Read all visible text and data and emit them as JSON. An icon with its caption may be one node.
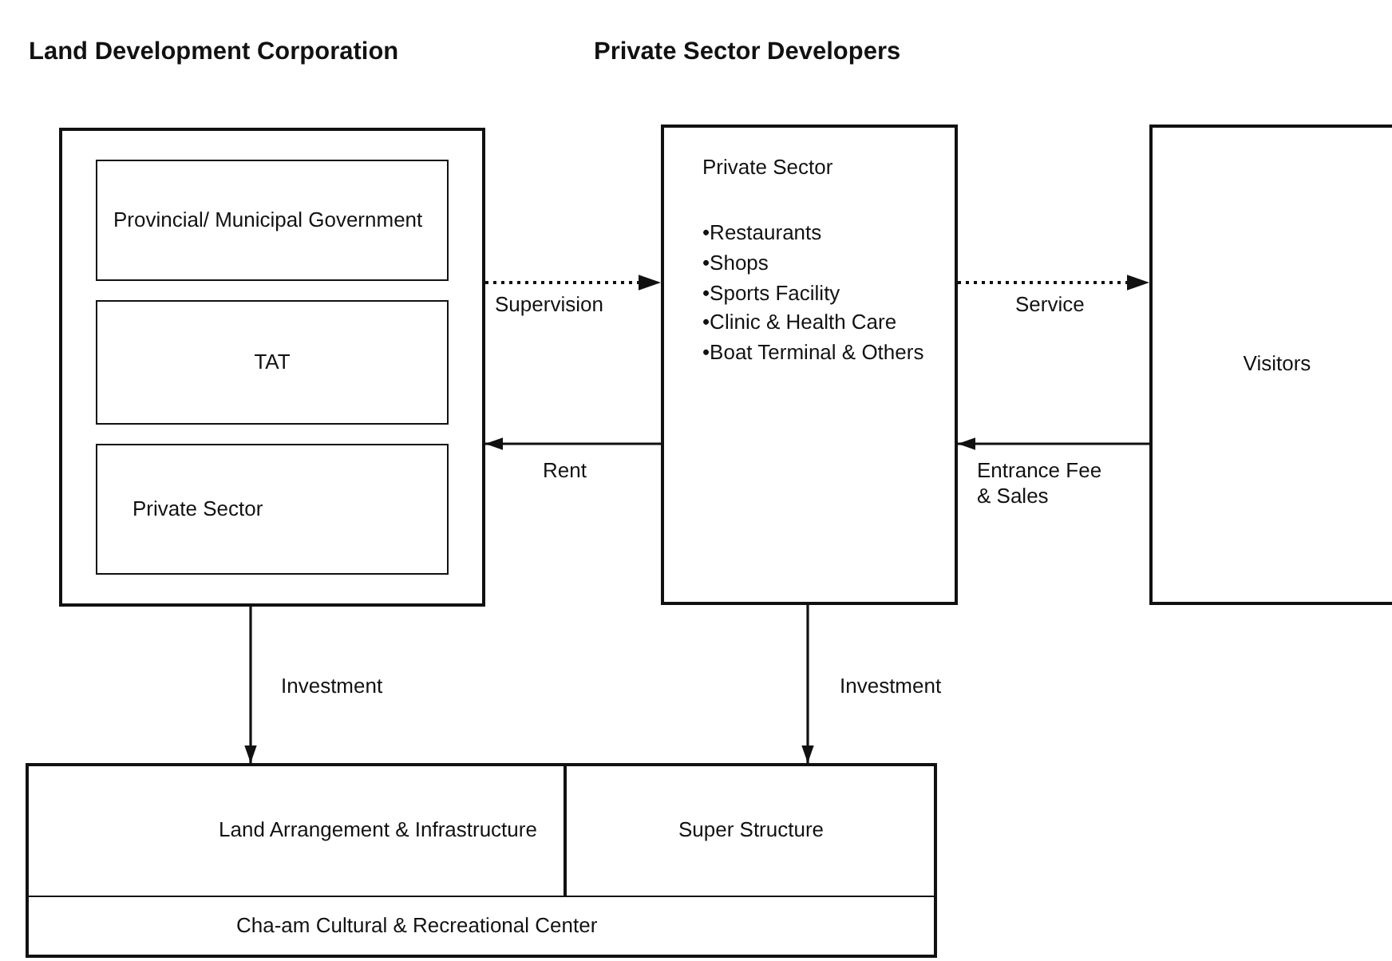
{
  "diagram": {
    "nodes": [
      {
        "text": [],
        "shape": "box"
      },
      {
        "text": [
          "Provincial/ Municipal Government"
        ],
        "in": 0
      },
      {
        "text": [
          "TAT"
        ],
        "in": 0
      },
      {
        "text": [
          "Private Sector"
        ],
        "in": 0
      },
      {
        "text": [
          "Private Sector",
          "•Restaurants",
          "•Shops",
          "•Sports Facility",
          "•Clinic & Health Care",
          "•Boat Terminal & Others"
        ]
      },
      {
        "text": [
          "Visitors"
        ]
      },
      {
        "text": [
          "Cha-am Cultural & Recreational Center"
        ]
      },
      {
        "text": [
          "Land Arrangement & Infrastructure"
        ],
        "in": 6
      },
      {
        "text": [
          "Super Structure"
        ],
        "in": 6
      }
    ],
    "edges": [
      {
        "from": 0,
        "to": 4,
        "arrow": "to",
        "label": "Supervision",
        "style": "dashed"
      },
      {
        "from": 4,
        "to": 0,
        "arrow": "to",
        "label": "Rent"
      },
      {
        "from": 4,
        "to": 5,
        "arrow": "to",
        "label": "Service",
        "style": "dashed"
      },
      {
        "from": 5,
        "to": 4,
        "arrow": "to",
        "label": "Entrance Fee & Sales"
      },
      {
        "from": 0,
        "to": 7,
        "arrow": "to",
        "label": "Investment"
      },
      {
        "from": 4,
        "to": 8,
        "arrow": "to",
        "label": "Investment"
      }
    ],
    "labels": [
      "Land Development Corporation",
      "Private Sector Developers"
    ]
  }
}
